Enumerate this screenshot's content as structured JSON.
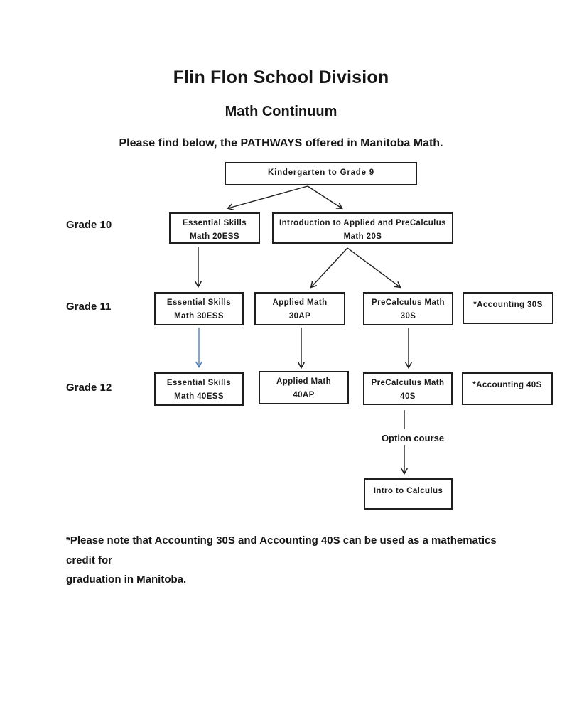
{
  "colors": {
    "ink": "#1f1f1f",
    "accent": "#4f81bd"
  },
  "header": {
    "title": "Flin Flon School Division",
    "subtitle": "Math Continuum",
    "intro": "Please find below, the PATHWAYS offered in Manitoba Math."
  },
  "grades": [
    {
      "label": "Grade 10"
    },
    {
      "label": "Grade 11"
    },
    {
      "label": "Grade 12"
    }
  ],
  "nodes": {
    "k9": {
      "line1": "Kindergarten to Grade 9"
    },
    "ess20": {
      "line1": "Essential Skills",
      "line2": "Math 20ESS"
    },
    "intro20": {
      "line1": "Introduction to Applied and PreCalculus",
      "line2": "Math 20S"
    },
    "ess30": {
      "line1": "Essential Skills",
      "line2": "Math 30ESS"
    },
    "ap30": {
      "line1": "Applied Math",
      "line2": "30AP"
    },
    "pc30": {
      "line1": "PreCalculus Math",
      "line2": "30S"
    },
    "acc30": {
      "line1": "*Accounting 30S"
    },
    "ess40": {
      "line1": "Essential Skills",
      "line2": "Math 40ESS"
    },
    "ap40": {
      "line1": "Applied Math",
      "line2": "40AP"
    },
    "pc40": {
      "line1": "PreCalculus Math",
      "line2": "40S"
    },
    "acc40": {
      "line1": "*Accounting 40S"
    },
    "calc": {
      "line1": "Intro to Calculus"
    }
  },
  "option_label": "Option course",
  "footnote": {
    "line1": "*Please note that Accounting 30S and Accounting 40S can be used as a mathematics credit for",
    "line2": "graduation in Manitoba."
  },
  "edges": [
    {
      "from": "k9",
      "to": "ess20"
    },
    {
      "from": "k9",
      "to": "intro20"
    },
    {
      "from": "ess20",
      "to": "ess30"
    },
    {
      "from": "intro20",
      "to": "ap30"
    },
    {
      "from": "intro20",
      "to": "pc30"
    },
    {
      "from": "ess30",
      "to": "ess40",
      "color": "blue"
    },
    {
      "from": "ap30",
      "to": "ap40"
    },
    {
      "from": "pc30",
      "to": "pc40"
    },
    {
      "from": "pc40",
      "to": "calc",
      "via": "Option course"
    }
  ]
}
